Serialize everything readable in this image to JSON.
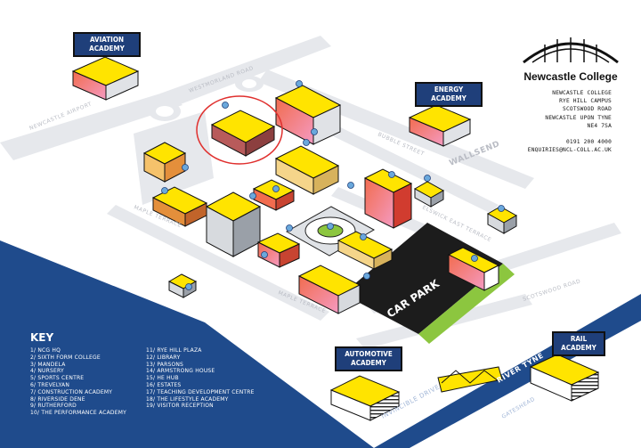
{
  "college": {
    "name": "Newcastle College",
    "address_lines": [
      "NEWCASTLE COLLEGE",
      "RYE HILL CAMPUS",
      "SCOTSWOOD ROAD",
      "NEWCASTLE UPON TYNE",
      "NE4 7SA"
    ],
    "phone": "0191 200 4000",
    "email": "ENQUIRIES@NCL-COLL.AC.UK"
  },
  "academies": {
    "aviation": [
      "AVIATION",
      "ACADEMY"
    ],
    "energy": [
      "ENERGY",
      "ACADEMY"
    ],
    "automotive": [
      "AUTOMOTIVE",
      "ACADEMY"
    ],
    "rail": [
      "RAIL",
      "ACADEMY"
    ]
  },
  "roads": {
    "newcastle_airport": "NEWCASTLE AIRPORT",
    "westmorland_road": "WESTMORLAND ROAD",
    "wallsend": "WALLSEND",
    "bubble_street": "BUBBLE STREET",
    "elswick_east_terrace": "ELSWICK EAST TERRACE",
    "maple_terrace_1": "MAPLE TERRACE",
    "maple_terrace_2": "MAPLE TERRACE",
    "scotswood_road": "SCOTSWOOD ROAD",
    "invincible_drive": "INVINCIBLE DRIVE",
    "gateshead": "GATESHEAD",
    "river_tyne": "RIVER TYNE"
  },
  "car_park": "CAR PARK",
  "key": {
    "title": "KEY",
    "col1": [
      "1/ NCG HQ",
      "2/ SIXTH FORM COLLEGE",
      "3/ MANDELA",
      "4/ NURSERY",
      "5/ SPORTS CENTRE",
      "6/ TREVELYAN",
      "7/ CONSTRUCTION ACADEMY",
      "8/ RIVERSIDE DENE",
      "9/ RUTHERFORD",
      "10/ THE PERFORMANCE ACADEMY"
    ],
    "col2": [
      "11/ RYE HILL PLAZA",
      "12/ LIBRARY",
      "13/ PARSONS",
      "14/ ARMSTRONG HOUSE",
      "15/ HE HUB",
      "16/ ESTATES",
      "17/ TEACHING DEVELOPMENT CENTRE",
      "18/ THE LIFESTYLE ACADEMY",
      "19/ VISITOR RECEPTION"
    ]
  },
  "colors": {
    "roof": "#ffe400",
    "navy": "#1f4b8c",
    "pin": "#6aa8dc",
    "road": "#e8eaee",
    "highlight": "#e0302e"
  }
}
